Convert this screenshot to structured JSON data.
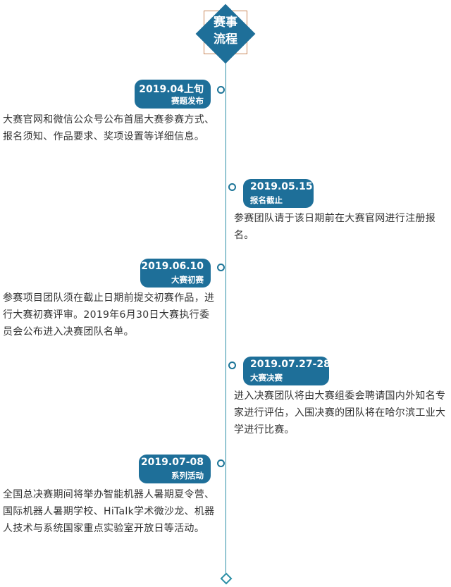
{
  "header": {
    "title": "赛事\n流程"
  },
  "events": [
    {
      "date": "2019.04上旬",
      "label": "赛题发布",
      "side": "left",
      "desc": "大赛官网和微信公众号公布首届大赛参赛方式、报名须知、作品要求、奖项设置等详细信息。"
    },
    {
      "date": "2019.05.15",
      "label": "报名截止",
      "side": "right",
      "desc": "参赛团队请于该日期前在大赛官网进行注册报名。"
    },
    {
      "date": "2019.06.10",
      "label": "大赛初赛",
      "side": "left",
      "desc": "参赛项目团队须在截止日期前提交初赛作品，进行大赛初赛评审。2019年6月30日大赛执行委员会公布进入决赛团队名单。"
    },
    {
      "date": "2019.07.27-28",
      "label": "大赛决赛",
      "side": "right",
      "desc": "进入决赛团队将由大赛组委会聘请国内外知名专家进行评估，入围决赛的团队将在哈尔滨工业大学进行比赛。"
    },
    {
      "date": "2019.07-08",
      "label": "系列活动",
      "side": "left",
      "desc": "全国总决赛期间将举办智能机器人暑期夏令营、国际机器人暑期学校、HiTalk学术微沙龙、机器人技术与系统国家重点实验室开放日等活动。"
    }
  ]
}
